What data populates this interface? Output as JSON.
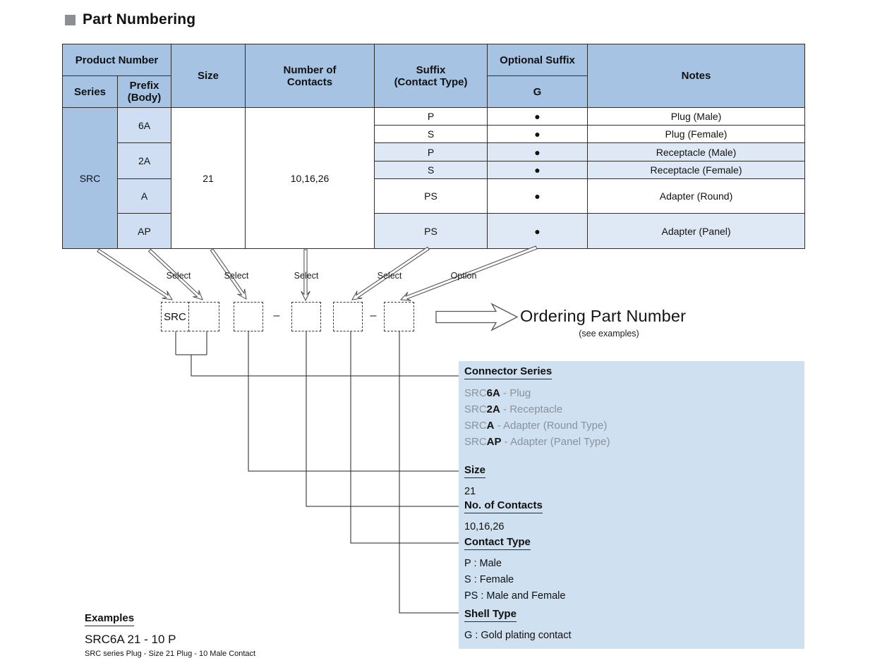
{
  "title": {
    "text": "Part Numbering"
  },
  "table": {
    "headers": {
      "product_number": "Product Number",
      "series": "Series",
      "prefix": "Prefix\n(Body)",
      "size": "Size",
      "contacts": "Number of\nContacts",
      "suffix": "Suffix\n(Contact Type)",
      "optional_suffix": "Optional Suffix",
      "optional_suffix_sub": "G",
      "notes": "Notes"
    },
    "series_value": "SRC",
    "size_value": "21",
    "contacts_value": "10,16,26",
    "rows": [
      {
        "prefix": "6A",
        "suffix": "P",
        "bullet": "●",
        "note": "Plug (Male)"
      },
      {
        "suffix": "S",
        "bullet": "●",
        "note": "Plug (Female)"
      },
      {
        "prefix": "2A",
        "suffix": "P",
        "bullet": "●",
        "note": "Receptacle (Male)"
      },
      {
        "suffix": "S",
        "bullet": "●",
        "note": "Receptacle (Female)"
      },
      {
        "prefix": "A",
        "suffix": "PS",
        "bullet": "●",
        "note": "Adapter (Round)"
      },
      {
        "prefix": "AP",
        "suffix": "PS",
        "bullet": "●",
        "note": "Adapter (Panel)"
      }
    ]
  },
  "diagram": {
    "select_label": "Select",
    "option_label": "Option",
    "series_box": "SRC",
    "dash": "–",
    "ordering_title": "Ordering Part Number",
    "ordering_subtitle": "(see examples)"
  },
  "info_box": {
    "connector_series": {
      "heading": "Connector Series",
      "items": [
        {
          "prefix": "SRC",
          "bold": "6A",
          "desc": " - Plug"
        },
        {
          "prefix": "SRC",
          "bold": "2A",
          "desc": " - Receptacle"
        },
        {
          "prefix": "SRC",
          "bold": "A",
          "desc": " - Adapter (Round Type)"
        },
        {
          "prefix": "SRC",
          "bold": "AP",
          "desc": " - Adapter (Panel Type)"
        }
      ]
    },
    "size": {
      "heading": "Size",
      "value": "21"
    },
    "contacts": {
      "heading": "No. of Contacts",
      "value": "10,16,26"
    },
    "contact_type": {
      "heading": "Contact Type",
      "items": [
        "P : Male",
        "S : Female",
        "PS : Male and Female"
      ]
    },
    "shell_type": {
      "heading": "Shell Type",
      "items": [
        "G : Gold plating contact"
      ]
    }
  },
  "examples": {
    "heading": "Examples",
    "part_number": "SRC6A 21 - 10 P",
    "description": "SRC series Plug - Size 21 Plug - 10 Male Contact"
  },
  "colors": {
    "header_blue": "#a6c3e3",
    "prefix_blue": "#cfdef2",
    "shaded_row_blue": "#dfe9f5",
    "info_box_blue": "#cfe0f1",
    "bullet_gray": "#8a8f94"
  }
}
